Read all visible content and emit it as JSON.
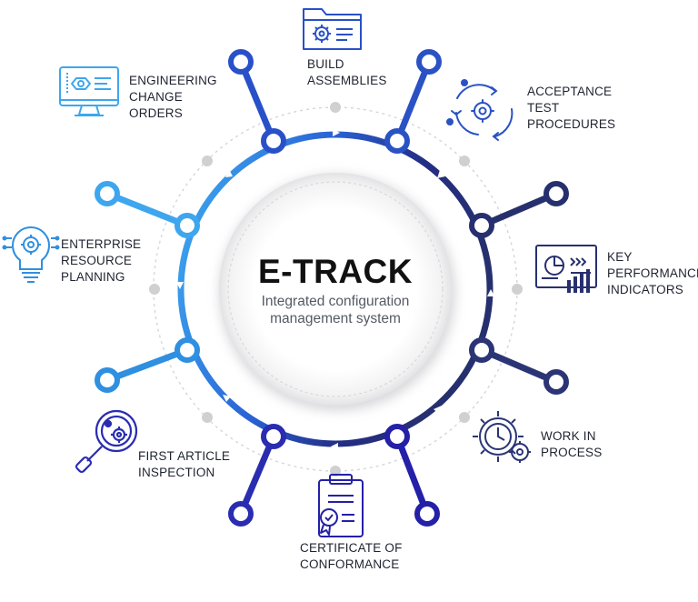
{
  "center": {
    "title": "E-TRACK",
    "subtitle_line1": "Integrated configuration",
    "subtitle_line2": "management system"
  },
  "nodes": [
    {
      "id": "build",
      "lines": [
        "BUILD",
        "ASSEMBLIES"
      ],
      "icon": "folder-gear-icon",
      "color": "#2850c8"
    },
    {
      "id": "acceptance",
      "lines": [
        "ACCEPTANCE",
        "TEST",
        "PROCEDURES"
      ],
      "icon": "cycle-gear-icon",
      "color": "#2a52c4"
    },
    {
      "id": "kpi",
      "lines": [
        "KEY",
        "PERFORMANCE",
        "INDICATORS"
      ],
      "icon": "chart-board-icon",
      "color": "#27306f"
    },
    {
      "id": "wip",
      "lines": [
        "WORK IN",
        "PROCESS"
      ],
      "icon": "gear-clock-icon",
      "color": "#2b3575"
    },
    {
      "id": "coc",
      "lines": [
        "CERTIFICATE OF",
        "CONFORMANCE"
      ],
      "icon": "certificate-icon",
      "color": "#2420a8"
    },
    {
      "id": "fai",
      "lines": [
        "FIRST ARTICLE",
        "INSPECTION"
      ],
      "icon": "magnifier-gear-icon",
      "color": "#2a2db0"
    },
    {
      "id": "erp",
      "lines": [
        "ENTERPRISE",
        "RESOURCE",
        "PLANNING"
      ],
      "icon": "lightbulb-gear-icon",
      "color": "#2f8fe0"
    },
    {
      "id": "eco",
      "lines": [
        "ENGINEERING",
        "CHANGE",
        "ORDERS"
      ],
      "icon": "monitor-blueprint-icon",
      "color": "#3ea6ee"
    }
  ]
}
